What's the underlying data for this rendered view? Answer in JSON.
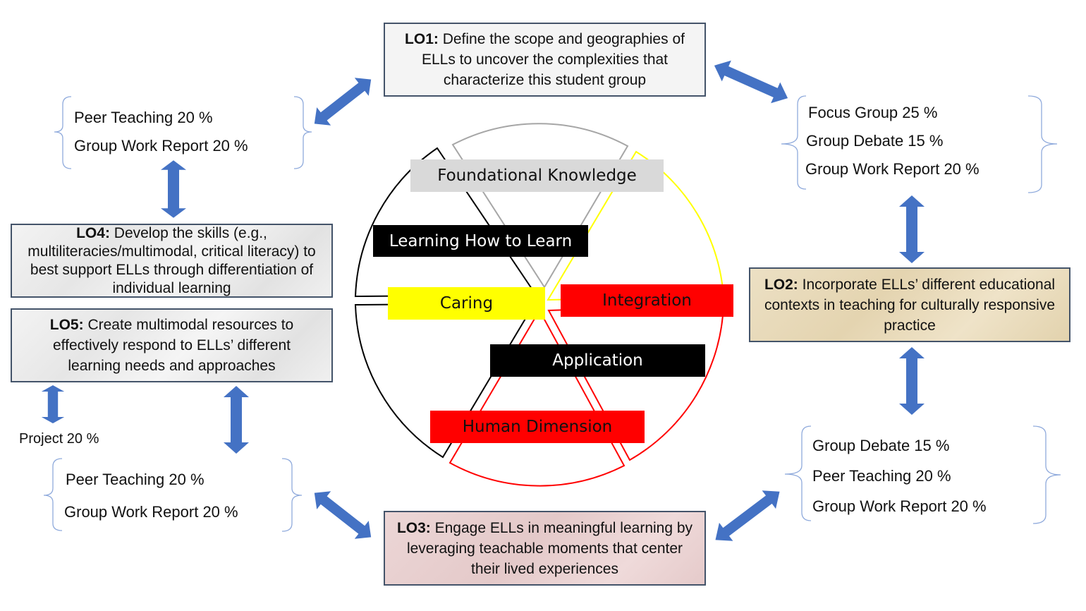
{
  "learning_outcomes": {
    "lo1": {
      "code": "LO1:",
      "text": " Define the scope and geographies of ELLs to uncover the complexities that characterize this student group"
    },
    "lo2": {
      "code": "LO2:",
      "text": " Incorporate ELLs’ different educational contexts in teaching for culturally responsive practice"
    },
    "lo3": {
      "code": "LO3:",
      "text": " Engage ELLs in meaningful learning by leveraging teachable moments that center their lived experiences"
    },
    "lo4": {
      "code": "LO4:",
      "text": " Develop the skills (e.g., multiliteracies/multimodal, critical literacy) to best support ELLs through differentiation of individual learning"
    },
    "lo5": {
      "code": "LO5:",
      "text": " Create multimodal resources to effectively respond to ELLs’ different learning needs and approaches"
    }
  },
  "assessments": {
    "top_left": [
      "Peer Teaching 20 %",
      "Group Work Report 20 %"
    ],
    "top_right": [
      "Focus Group 25 %",
      "Group Debate 15 %",
      "Group Work Report 20 %"
    ],
    "bottom_right": [
      "Group Debate 15 %",
      "Peer Teaching 20 %",
      "Group Work Report 20 %"
    ],
    "bottom_left": [
      "Peer Teaching 20 %",
      "Group Work Report 20 %"
    ],
    "project": "Project 20 %"
  },
  "taxonomy": {
    "foundational": {
      "label": "Foundational Knowledge",
      "color": "#d9d9d9"
    },
    "learning_how": {
      "label": "Learning How to Learn",
      "color": "#000000"
    },
    "caring": {
      "label": "Caring",
      "color": "#ffff00"
    },
    "integration": {
      "label": "Integration",
      "color": "#ff0000"
    },
    "application": {
      "label": "Application",
      "color": "#000000"
    },
    "human": {
      "label": "Human Dimension",
      "color": "#ff0000"
    }
  },
  "colors": {
    "arrow": "#4472c4",
    "bracket": "#8faadc",
    "box_border": "#44546a"
  }
}
